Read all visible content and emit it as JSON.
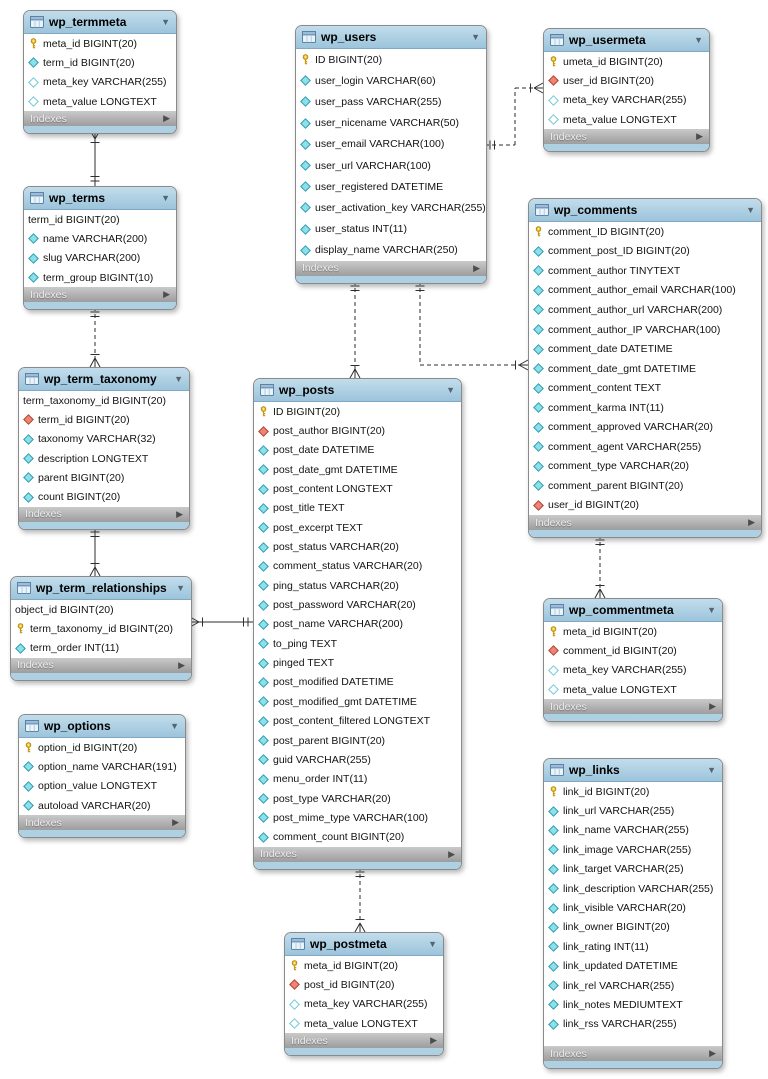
{
  "diagram": {
    "background": "#ffffff",
    "colors": {
      "table_header": "#a9cde2",
      "indexes_bar": "#b4b4b4",
      "bottom_strip": "#aed0e3",
      "primary_key_icon": "#f6c821",
      "foreign_key_icon": "#ef8475",
      "column_icon": "#8be0ec",
      "connector_line": "#2e2e2e"
    },
    "tables": [
      {
        "id": "wp_termmeta",
        "title": "wp_termmeta",
        "footer_label": "Indexes",
        "columns": [
          {
            "icon": "key",
            "text": "meta_id BIGINT(20)"
          },
          {
            "icon": "diamond",
            "text": "term_id BIGINT(20)"
          },
          {
            "icon": "diamond-open",
            "text": "meta_key VARCHAR(255)"
          },
          {
            "icon": "diamond-open",
            "text": "meta_value LONGTEXT"
          }
        ]
      },
      {
        "id": "wp_terms",
        "title": "wp_terms",
        "footer_label": "Indexes",
        "columns": [
          {
            "icon": "none",
            "text": "term_id BIGINT(20)"
          },
          {
            "icon": "diamond",
            "text": "name VARCHAR(200)"
          },
          {
            "icon": "diamond",
            "text": "slug VARCHAR(200)"
          },
          {
            "icon": "diamond",
            "text": "term_group BIGINT(10)"
          }
        ]
      },
      {
        "id": "wp_term_taxonomy",
        "title": "wp_term_taxonomy",
        "footer_label": "Indexes",
        "columns": [
          {
            "icon": "none",
            "text": "term_taxonomy_id BIGINT(20)"
          },
          {
            "icon": "fk",
            "text": "term_id BIGINT(20)"
          },
          {
            "icon": "diamond",
            "text": "taxonomy VARCHAR(32)"
          },
          {
            "icon": "diamond",
            "text": "description LONGTEXT"
          },
          {
            "icon": "diamond",
            "text": "parent BIGINT(20)"
          },
          {
            "icon": "diamond",
            "text": "count BIGINT(20)"
          }
        ]
      },
      {
        "id": "wp_term_relationships",
        "title": "wp_term_relationships",
        "footer_label": "Indexes",
        "columns": [
          {
            "icon": "none",
            "text": "object_id BIGINT(20)"
          },
          {
            "icon": "key",
            "text": "term_taxonomy_id BIGINT(20)"
          },
          {
            "icon": "diamond",
            "text": "term_order INT(11)"
          }
        ]
      },
      {
        "id": "wp_options",
        "title": "wp_options",
        "footer_label": "Indexes",
        "columns": [
          {
            "icon": "key",
            "text": "option_id BIGINT(20)"
          },
          {
            "icon": "diamond",
            "text": "option_name VARCHAR(191)"
          },
          {
            "icon": "diamond",
            "text": "option_value LONGTEXT"
          },
          {
            "icon": "diamond",
            "text": "autoload VARCHAR(20)"
          }
        ]
      },
      {
        "id": "wp_users",
        "title": "wp_users",
        "footer_label": "Indexes",
        "columns": [
          {
            "icon": "key",
            "text": "ID BIGINT(20)"
          },
          {
            "icon": "diamond",
            "text": "user_login VARCHAR(60)"
          },
          {
            "icon": "diamond",
            "text": "user_pass VARCHAR(255)"
          },
          {
            "icon": "diamond",
            "text": "user_nicename VARCHAR(50)"
          },
          {
            "icon": "diamond",
            "text": "user_email VARCHAR(100)"
          },
          {
            "icon": "diamond",
            "text": "user_url VARCHAR(100)"
          },
          {
            "icon": "diamond",
            "text": "user_registered DATETIME"
          },
          {
            "icon": "diamond",
            "text": "user_activation_key VARCHAR(255)"
          },
          {
            "icon": "diamond",
            "text": "user_status INT(11)"
          },
          {
            "icon": "diamond",
            "text": "display_name VARCHAR(250)"
          }
        ]
      },
      {
        "id": "wp_posts",
        "title": "wp_posts",
        "footer_label": "Indexes",
        "columns": [
          {
            "icon": "key",
            "text": "ID BIGINT(20)"
          },
          {
            "icon": "fk",
            "text": "post_author BIGINT(20)"
          },
          {
            "icon": "diamond",
            "text": "post_date DATETIME"
          },
          {
            "icon": "diamond",
            "text": "post_date_gmt DATETIME"
          },
          {
            "icon": "diamond",
            "text": "post_content LONGTEXT"
          },
          {
            "icon": "diamond",
            "text": "post_title TEXT"
          },
          {
            "icon": "diamond",
            "text": "post_excerpt TEXT"
          },
          {
            "icon": "diamond",
            "text": "post_status VARCHAR(20)"
          },
          {
            "icon": "diamond",
            "text": "comment_status VARCHAR(20)"
          },
          {
            "icon": "diamond",
            "text": "ping_status VARCHAR(20)"
          },
          {
            "icon": "diamond",
            "text": "post_password VARCHAR(20)"
          },
          {
            "icon": "diamond",
            "text": "post_name VARCHAR(200)"
          },
          {
            "icon": "diamond",
            "text": "to_ping TEXT"
          },
          {
            "icon": "diamond",
            "text": "pinged TEXT"
          },
          {
            "icon": "diamond",
            "text": "post_modified DATETIME"
          },
          {
            "icon": "diamond",
            "text": "post_modified_gmt DATETIME"
          },
          {
            "icon": "diamond",
            "text": "post_content_filtered LONGTEXT"
          },
          {
            "icon": "diamond",
            "text": "post_parent BIGINT(20)"
          },
          {
            "icon": "diamond",
            "text": "guid VARCHAR(255)"
          },
          {
            "icon": "diamond",
            "text": "menu_order INT(11)"
          },
          {
            "icon": "diamond",
            "text": "post_type VARCHAR(20)"
          },
          {
            "icon": "diamond",
            "text": "post_mime_type VARCHAR(100)"
          },
          {
            "icon": "diamond",
            "text": "comment_count BIGINT(20)"
          }
        ]
      },
      {
        "id": "wp_postmeta",
        "title": "wp_postmeta",
        "footer_label": "Indexes",
        "columns": [
          {
            "icon": "key",
            "text": "meta_id BIGINT(20)"
          },
          {
            "icon": "fk",
            "text": "post_id BIGINT(20)"
          },
          {
            "icon": "diamond-open",
            "text": "meta_key VARCHAR(255)"
          },
          {
            "icon": "diamond-open",
            "text": "meta_value LONGTEXT"
          }
        ]
      },
      {
        "id": "wp_usermeta",
        "title": "wp_usermeta",
        "footer_label": "Indexes",
        "columns": [
          {
            "icon": "key",
            "text": "umeta_id BIGINT(20)"
          },
          {
            "icon": "fk",
            "text": "user_id BIGINT(20)"
          },
          {
            "icon": "diamond-open",
            "text": "meta_key VARCHAR(255)"
          },
          {
            "icon": "diamond-open",
            "text": "meta_value LONGTEXT"
          }
        ]
      },
      {
        "id": "wp_comments",
        "title": "wp_comments",
        "footer_label": "Indexes",
        "columns": [
          {
            "icon": "key",
            "text": "comment_ID BIGINT(20)"
          },
          {
            "icon": "diamond",
            "text": "comment_post_ID BIGINT(20)"
          },
          {
            "icon": "diamond",
            "text": "comment_author TINYTEXT"
          },
          {
            "icon": "diamond",
            "text": "comment_author_email VARCHAR(100)"
          },
          {
            "icon": "diamond",
            "text": "comment_author_url VARCHAR(200)"
          },
          {
            "icon": "diamond",
            "text": "comment_author_IP VARCHAR(100)"
          },
          {
            "icon": "diamond",
            "text": "comment_date DATETIME"
          },
          {
            "icon": "diamond",
            "text": "comment_date_gmt DATETIME"
          },
          {
            "icon": "diamond",
            "text": "comment_content TEXT"
          },
          {
            "icon": "diamond",
            "text": "comment_karma INT(11)"
          },
          {
            "icon": "diamond",
            "text": "comment_approved VARCHAR(20)"
          },
          {
            "icon": "diamond",
            "text": "comment_agent VARCHAR(255)"
          },
          {
            "icon": "diamond",
            "text": "comment_type VARCHAR(20)"
          },
          {
            "icon": "diamond",
            "text": "comment_parent BIGINT(20)"
          },
          {
            "icon": "fk",
            "text": "user_id BIGINT(20)"
          }
        ]
      },
      {
        "id": "wp_commentmeta",
        "title": "wp_commentmeta",
        "footer_label": "Indexes",
        "columns": [
          {
            "icon": "key",
            "text": "meta_id BIGINT(20)"
          },
          {
            "icon": "fk",
            "text": "comment_id BIGINT(20)"
          },
          {
            "icon": "diamond-open",
            "text": "meta_key VARCHAR(255)"
          },
          {
            "icon": "diamond-open",
            "text": "meta_value LONGTEXT"
          }
        ]
      },
      {
        "id": "wp_links",
        "title": "wp_links",
        "footer_label": "Indexes",
        "columns": [
          {
            "icon": "key",
            "text": "link_id BIGINT(20)"
          },
          {
            "icon": "diamond",
            "text": "link_url VARCHAR(255)"
          },
          {
            "icon": "diamond",
            "text": "link_name VARCHAR(255)"
          },
          {
            "icon": "diamond",
            "text": "link_image VARCHAR(255)"
          },
          {
            "icon": "diamond",
            "text": "link_target VARCHAR(25)"
          },
          {
            "icon": "diamond",
            "text": "link_description VARCHAR(255)"
          },
          {
            "icon": "diamond",
            "text": "link_visible VARCHAR(20)"
          },
          {
            "icon": "diamond",
            "text": "link_owner BIGINT(20)"
          },
          {
            "icon": "diamond",
            "text": "link_rating INT(11)"
          },
          {
            "icon": "diamond",
            "text": "link_updated DATETIME"
          },
          {
            "icon": "diamond",
            "text": "link_rel VARCHAR(255)"
          },
          {
            "icon": "diamond",
            "text": "link_notes MEDIUMTEXT"
          },
          {
            "icon": "diamond",
            "text": "link_rss VARCHAR(255)"
          }
        ]
      }
    ],
    "connectors": [
      {
        "from": "wp_termmeta",
        "to": "wp_terms",
        "from_cardinality": "many",
        "to_cardinality": "one",
        "style": "solid"
      },
      {
        "from": "wp_terms",
        "to": "wp_term_taxonomy",
        "from_cardinality": "one",
        "to_cardinality": "many",
        "style": "dashed"
      },
      {
        "from": "wp_term_taxonomy",
        "to": "wp_term_relationships",
        "from_cardinality": "one",
        "to_cardinality": "many",
        "style": "solid"
      },
      {
        "from": "wp_term_relationships",
        "to": "wp_posts",
        "from_cardinality": "many",
        "to_cardinality": "one",
        "style": "solid"
      },
      {
        "from": "wp_users",
        "to": "wp_usermeta",
        "from_cardinality": "one",
        "to_cardinality": "many",
        "style": "dashed"
      },
      {
        "from": "wp_users",
        "to": "wp_posts",
        "from_cardinality": "one",
        "to_cardinality": "many",
        "style": "dashed"
      },
      {
        "from": "wp_users",
        "to": "wp_comments",
        "from_cardinality": "one",
        "to_cardinality": "many",
        "style": "dashed"
      },
      {
        "from": "wp_posts",
        "to": "wp_postmeta",
        "from_cardinality": "one",
        "to_cardinality": "many",
        "style": "dashed"
      },
      {
        "from": "wp_comments",
        "to": "wp_commentmeta",
        "from_cardinality": "one",
        "to_cardinality": "many",
        "style": "dashed"
      }
    ]
  }
}
